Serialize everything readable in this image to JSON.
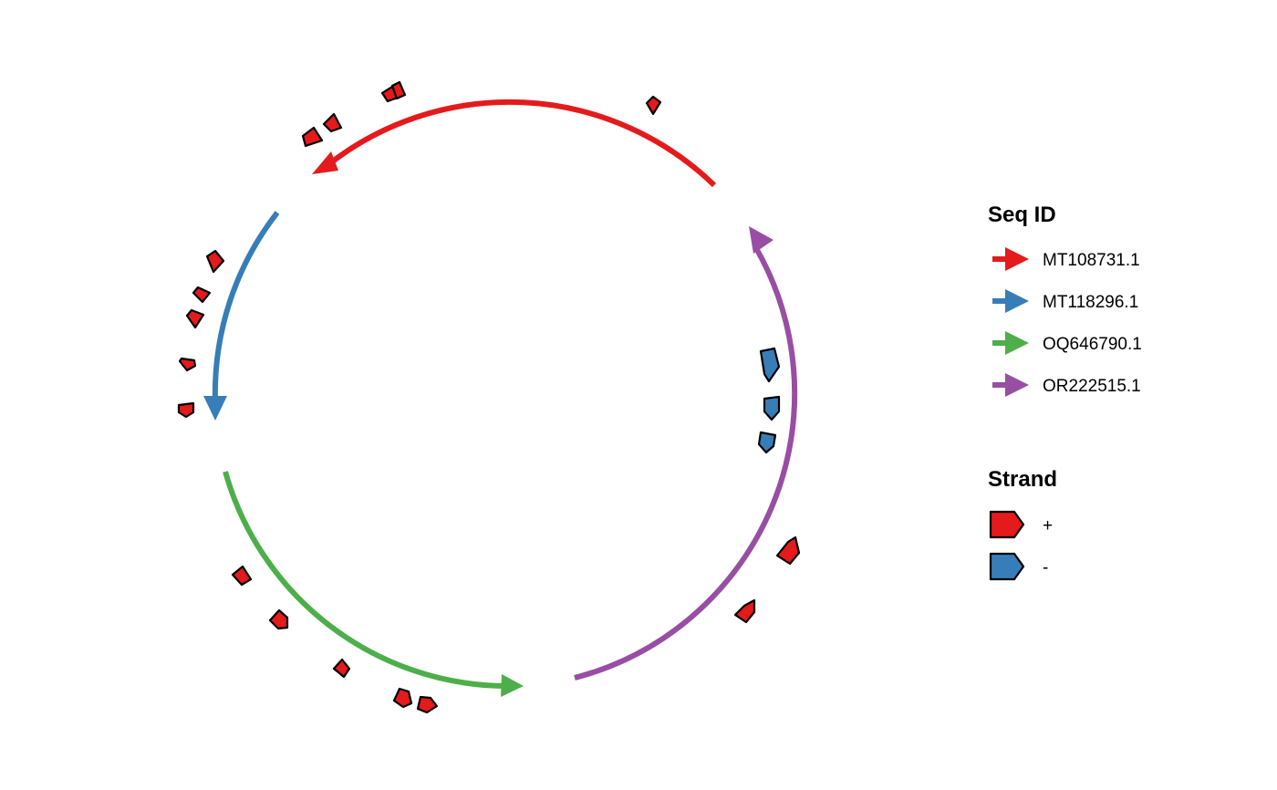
{
  "legend": {
    "seq_title": "Seq ID",
    "seq_items": [
      {
        "label": "MT108731.1",
        "color": "#E41A1C"
      },
      {
        "label": "MT118296.1",
        "color": "#377EB8"
      },
      {
        "label": "OQ646790.1",
        "color": "#4DAF4A"
      },
      {
        "label": "OR222515.1",
        "color": "#984EA3"
      }
    ],
    "strand_title": "Strand",
    "strand_items": [
      {
        "label": "+",
        "color": "#E41A1C"
      },
      {
        "label": "-",
        "color": "#377EB8"
      }
    ]
  },
  "sequences": [
    {
      "id": "MT108731.1",
      "color": "#E41A1C"
    },
    {
      "id": "MT118296.1",
      "color": "#377EB8"
    },
    {
      "id": "OQ646790.1",
      "color": "#4DAF4A"
    },
    {
      "id": "OR222515.1",
      "color": "#984EA3"
    }
  ],
  "strand_colors": {
    "+": "#E41A1C",
    "-": "#377EB8"
  }
}
